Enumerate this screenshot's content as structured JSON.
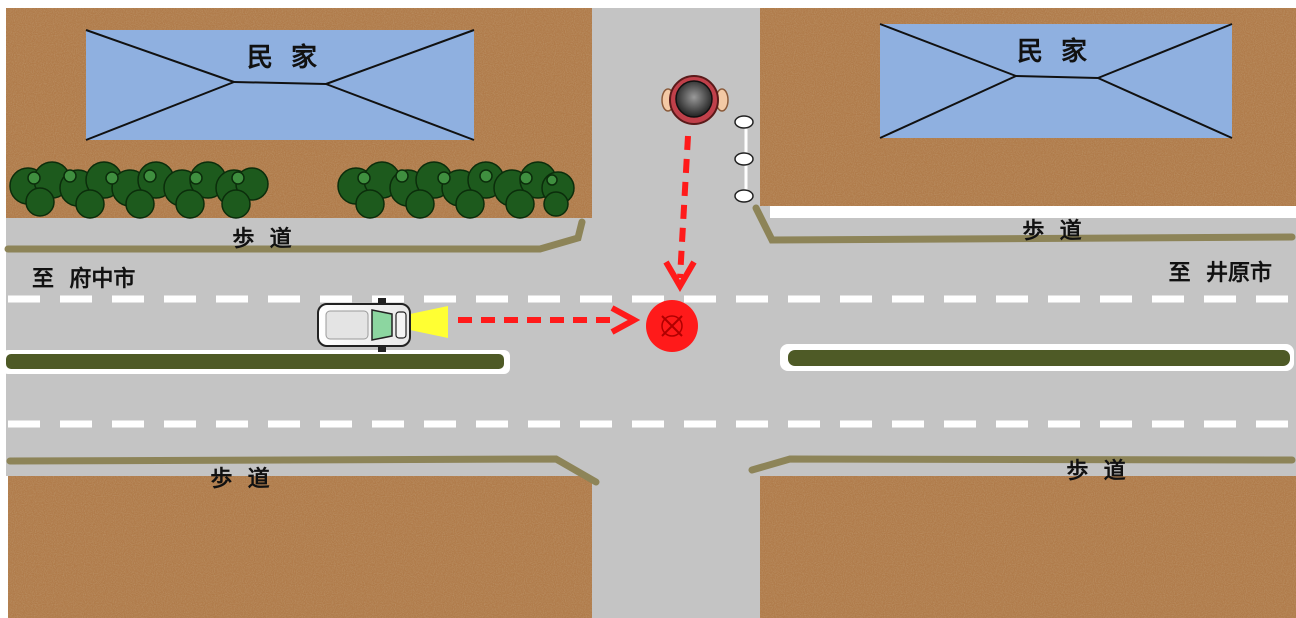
{
  "labels": {
    "house_left": "民  家",
    "house_right": "民  家",
    "sidewalk_top_left": "歩  道",
    "sidewalk_top_right": "歩  道",
    "sidewalk_bottom_left": "歩  道",
    "sidewalk_bottom_right": "歩  道",
    "direction_left": "至  府中市",
    "direction_right": "至  井原市"
  },
  "colors": {
    "ground": "#b07b4a",
    "road": "#c4c4c4",
    "house": "#8fb0e0",
    "curb": "#8d8458",
    "median": "#4e5a26",
    "arrow": "#ff1a1a",
    "headlight": "#ffff33",
    "hedge": "#1d5a1d"
  },
  "icons": {
    "car": "car-icon",
    "motorcycle": "motorcycle-icon",
    "collision": "collision-point-icon"
  }
}
